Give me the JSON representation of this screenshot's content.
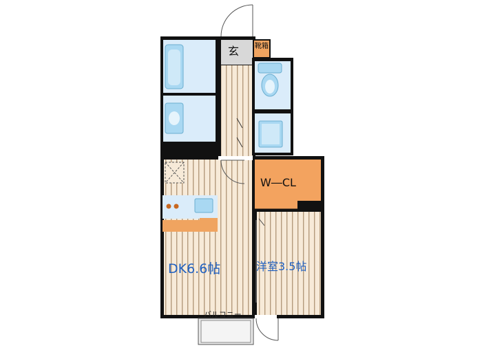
{
  "floor_plan": {
    "rooms": {
      "dk": {
        "label": "DK6.6帖"
      },
      "western_room": {
        "label": "洋室3.5帖"
      },
      "walk_in_closet": {
        "label": "W―CL"
      },
      "entrance": {
        "label": "玄"
      },
      "shoe_box": {
        "label": "靴箱"
      },
      "balcony": {
        "label": "バルコニー"
      }
    },
    "colors": {
      "wall": "#111111",
      "floor": "#f7ead8",
      "floor_stripe": "#b49a7c",
      "wet_area": "#daecfa",
      "fixture": "#a9d8f2",
      "closet": "#f3a35f",
      "counter": "#f0a460",
      "entrance": "#d8d8d8",
      "label_blue": "#2060c0"
    }
  }
}
